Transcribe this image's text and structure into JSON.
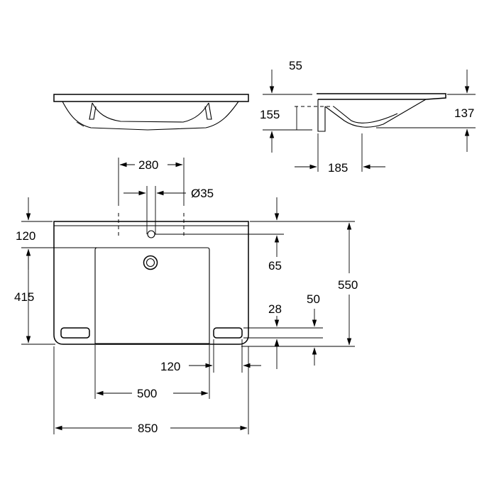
{
  "colors": {
    "line": "#000000",
    "background": "#ffffff"
  },
  "dimensions": {
    "d55": "55",
    "d155": "155",
    "d137": "137",
    "d185": "185",
    "d280": "280",
    "d35": "Ø35",
    "d120_top": "120",
    "d65": "65",
    "d415": "415",
    "d550": "550",
    "d28": "28",
    "d50": "50",
    "d120_bottom": "120",
    "d500": "500",
    "d850": "850"
  }
}
